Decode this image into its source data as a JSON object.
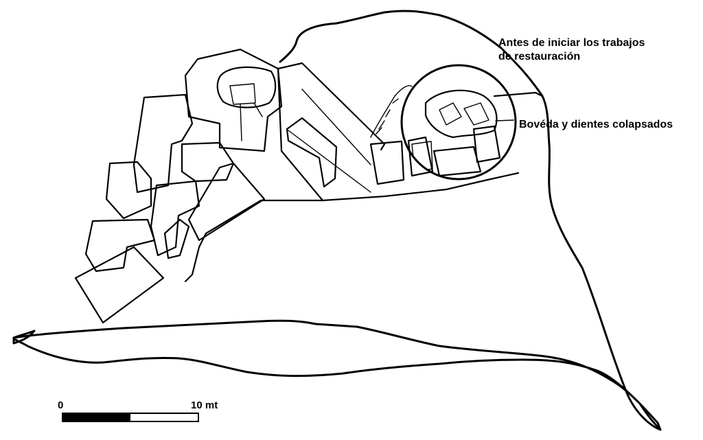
{
  "annotations": {
    "before_restoration_line1": "Antes de iniciar los trabajos",
    "before_restoration_line2": "de restauración",
    "collapsed_vault": "Bovéda y dientes colapsados"
  },
  "scale_bar": {
    "start_label": "0",
    "end_label": "10 mt"
  }
}
